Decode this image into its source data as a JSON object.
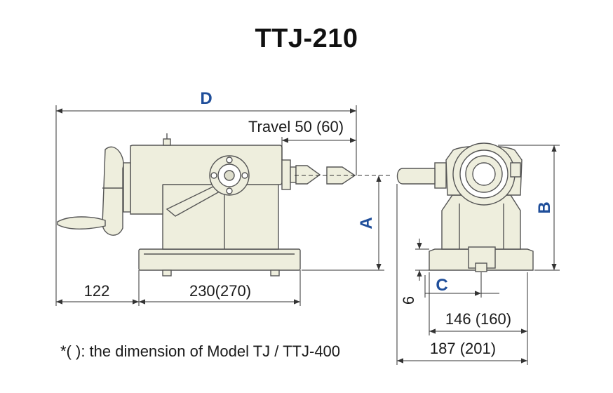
{
  "title": "TTJ-210",
  "colors": {
    "body_fill": "#eeeedd",
    "outline": "#555555",
    "dimension_line": "#333333",
    "label_blue": "#1f4e9a"
  },
  "labels": {
    "D": "D",
    "A": "A",
    "B": "B",
    "C": "C",
    "travel": "Travel 50 (60)",
    "dim_122": "122",
    "dim_230": "230(270)",
    "dim_6": "6",
    "dim_146": "146 (160)",
    "dim_187": "187 (201)"
  },
  "footnote": "*(  ): the dimension of Model TJ / TTJ-400"
}
